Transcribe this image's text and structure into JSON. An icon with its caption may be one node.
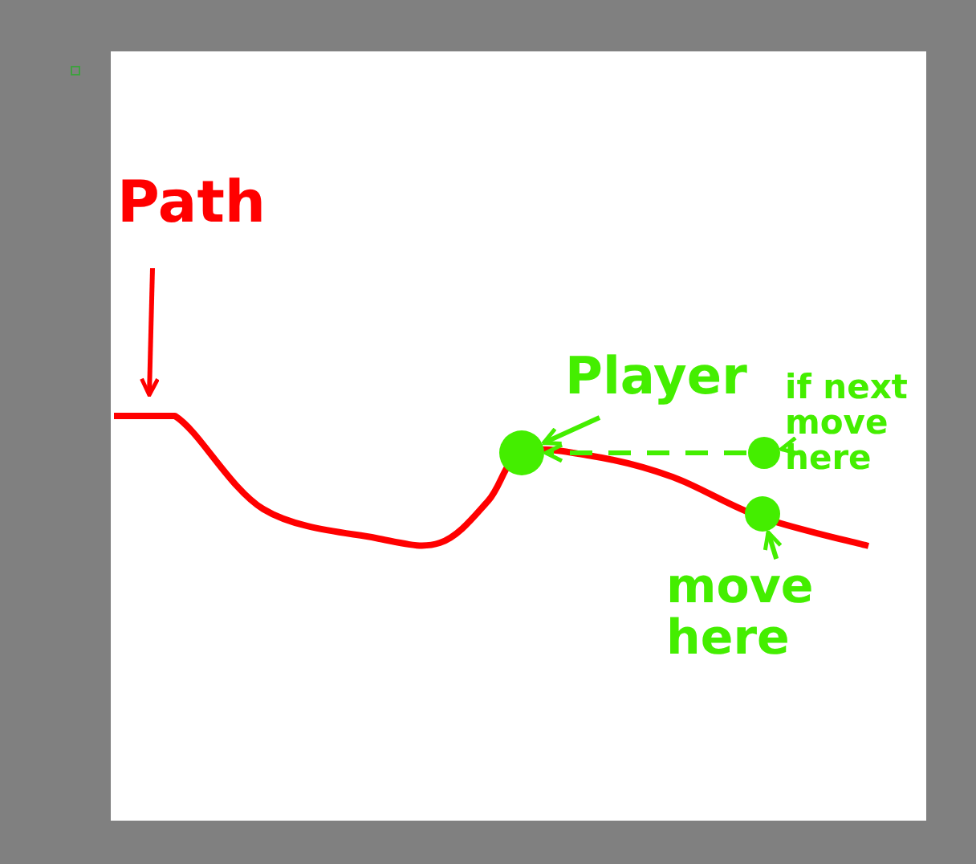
{
  "diagram": {
    "nodes": [
      {
        "text": [
          "Path"
        ]
      },
      {
        "text": [
          "Player"
        ]
      },
      {
        "text": [],
        "shape": "circle"
      },
      {
        "text": [
          "if next move here"
        ]
      },
      {
        "text": [],
        "shape": "circle"
      },
      {
        "text": [],
        "shape": "circle"
      },
      {
        "text": [
          "move here"
        ]
      }
    ],
    "edges": [
      {
        "from": 0,
        "to": null,
        "arrow": "to",
        "color": "#ff0000"
      },
      {
        "from": 1,
        "to": 2,
        "arrow": "to"
      },
      {
        "from": 4,
        "to": 2,
        "arrow": "to",
        "style": "dashed"
      },
      {
        "from": 3,
        "to": 4,
        "arrow": "to"
      },
      {
        "from": 6,
        "to": 5,
        "arrow": "to"
      }
    ]
  }
}
